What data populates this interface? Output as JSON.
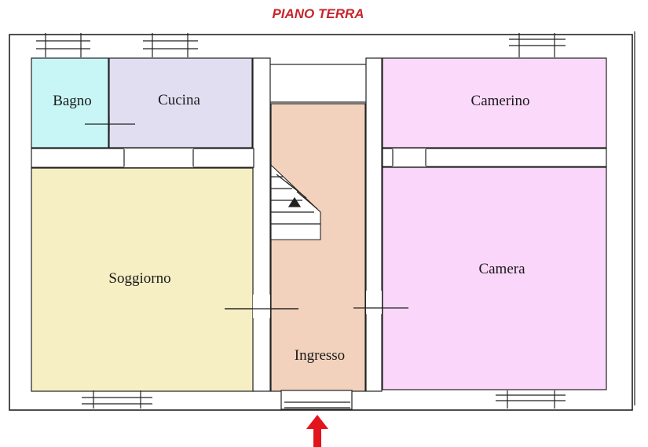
{
  "title": "PIANO TERRA",
  "colors": {
    "title": "#c8262c",
    "arrow": "#e3141c",
    "bagno": "#c8f6f6",
    "cucina": "#e2def2",
    "soggiorno": "#f6efc3",
    "ingresso": "#f2d2bc",
    "camerino": "#fbd9fb",
    "camera": "#f9d6fa",
    "wall_line": "#222222"
  },
  "rooms": {
    "bagno": "Bagno",
    "cucina": "Cucina",
    "soggiorno": "Soggiorno",
    "ingresso": "Ingresso",
    "camerino": "Camerino",
    "camera": "Camera"
  },
  "icons": {
    "entrance": "entrance-arrow-icon",
    "stairs": "staircase-icon"
  }
}
